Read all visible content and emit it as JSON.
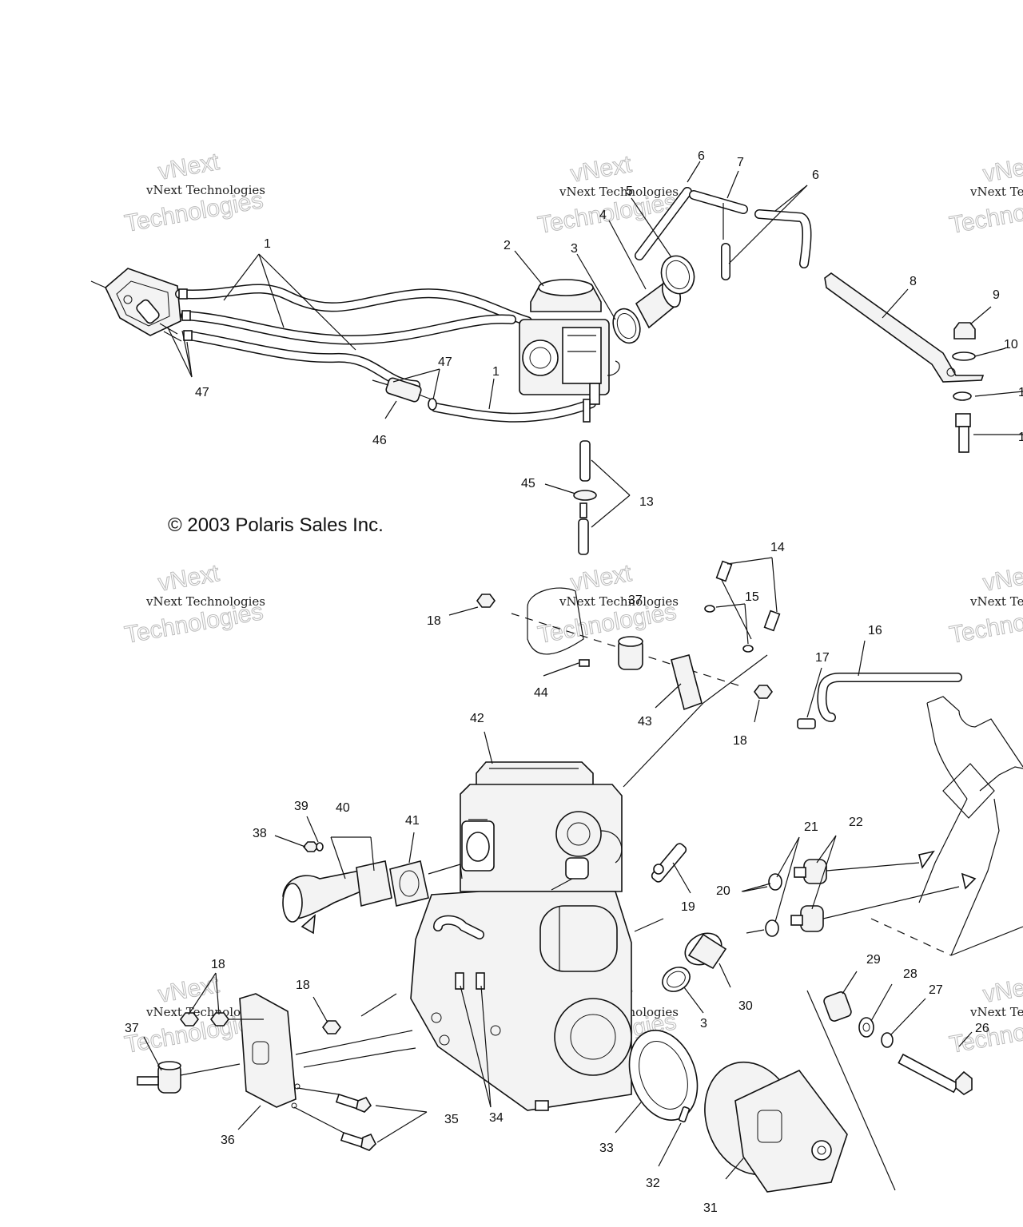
{
  "copyright": "© 2003 Polaris Sales Inc.",
  "watermark": {
    "brand": "vNext",
    "line1": "vNext Technologies",
    "line2": "Technologies"
  },
  "callouts": [
    "1",
    "1",
    "2",
    "3",
    "3",
    "4",
    "5",
    "6",
    "6",
    "7",
    "8",
    "9",
    "10",
    "13",
    "14",
    "15",
    "16",
    "17",
    "18",
    "18",
    "18",
    "18",
    "19",
    "20",
    "21",
    "22",
    "26",
    "27",
    "28",
    "29",
    "30",
    "31",
    "32",
    "33",
    "34",
    "35",
    "36",
    "37",
    "37",
    "38",
    "39",
    "40",
    "41",
    "42",
    "43",
    "44",
    "45",
    "46",
    "47",
    "47"
  ],
  "partial_callouts": [
    "1",
    "1"
  ]
}
